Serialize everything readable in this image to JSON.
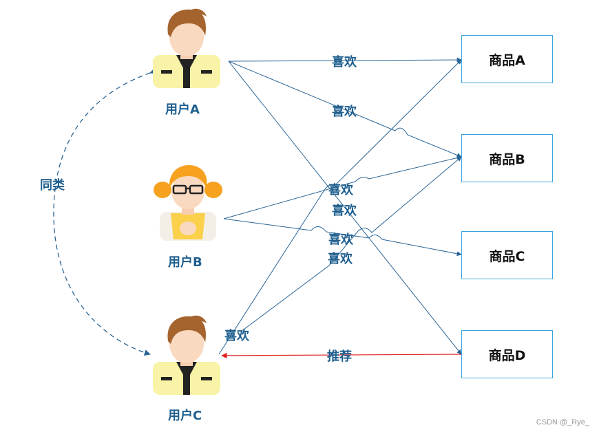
{
  "users": [
    {
      "label": "用户A"
    },
    {
      "label": "用户B"
    },
    {
      "label": "用户C"
    }
  ],
  "products": [
    {
      "label": "商品A"
    },
    {
      "label": "商品B"
    },
    {
      "label": "商品C"
    },
    {
      "label": "商品D"
    }
  ],
  "edges": {
    "similar": "同类",
    "like": "喜欢",
    "recommend": "推荐"
  },
  "colors": {
    "edge": "#2a6496",
    "recommend": "#e02020",
    "box_border": "#3aa6e0",
    "label": "#1f5f8f"
  },
  "watermark": "CSDN @_Rye_"
}
